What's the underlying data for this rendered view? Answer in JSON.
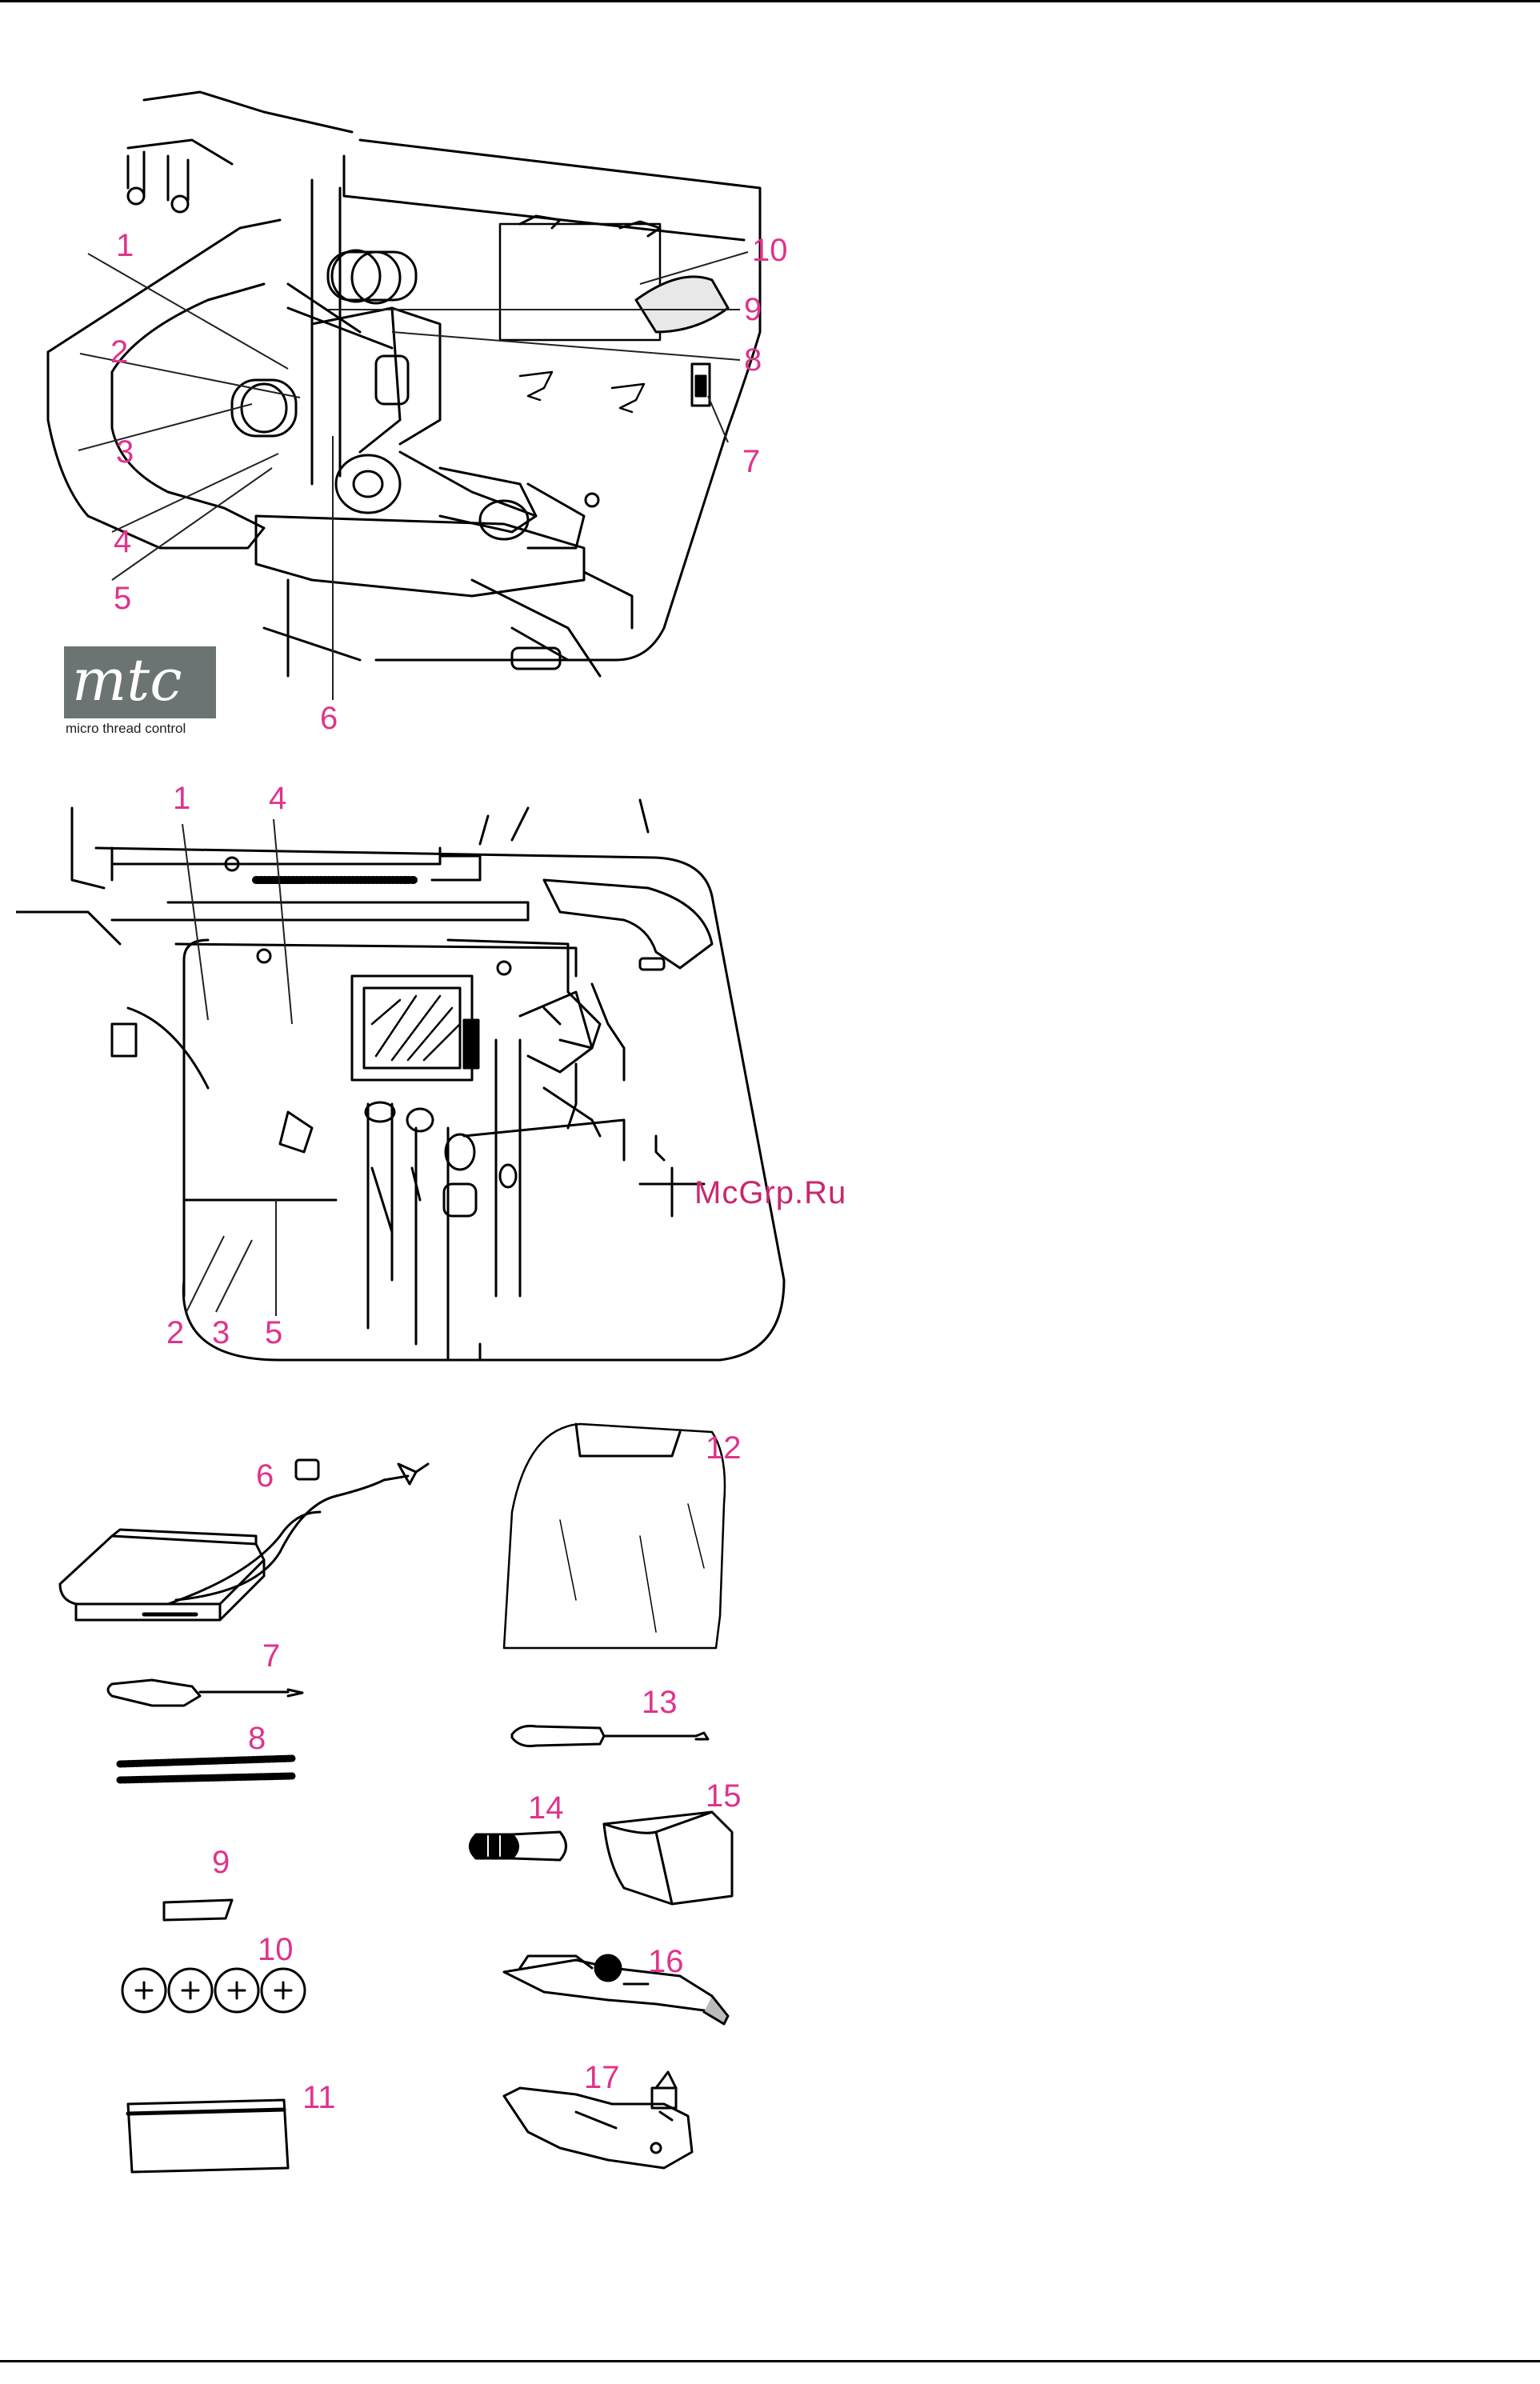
{
  "colors": {
    "callout": "#e0338a",
    "watermark": "#c8286e",
    "line": "#000000"
  },
  "figure_top": {
    "callouts": [
      "1",
      "2",
      "3",
      "4",
      "5",
      "6",
      "7",
      "8",
      "9",
      "10"
    ],
    "logo": {
      "word": "mtc",
      "subtitle": "micro thread control"
    }
  },
  "figure_middle": {
    "callouts": [
      "1",
      "2",
      "3",
      "4",
      "5"
    ]
  },
  "figure_accessories": {
    "callouts": [
      "6",
      "7",
      "8",
      "9",
      "10",
      "11",
      "12",
      "13",
      "14",
      "15",
      "16",
      "17"
    ]
  },
  "watermark": "McGrp.Ru"
}
